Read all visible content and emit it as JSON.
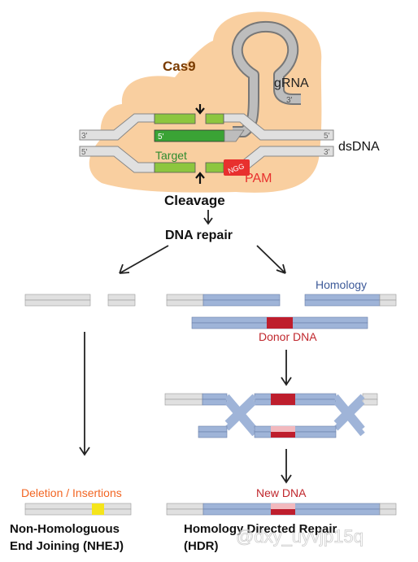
{
  "colors": {
    "cas9_fill": "#f9cfa0",
    "target_green": "#8dc63f",
    "target_green_dark": "#3aa335",
    "pam_red": "#e8302e",
    "dna_gray": "#e0e0e0",
    "dna_blue": "#9fb4d8",
    "donor_red": "#be1e2d",
    "donor_pink": "#f2b9be",
    "cas9_text": "#7a3b00",
    "homology_text": "#3d5a99",
    "donor_text": "#c0272d",
    "deletion_text": "#f26522",
    "insertion_yellow": "#f5e51b"
  },
  "labels": {
    "cas9": "Cas9",
    "grna": "gRNA",
    "dsdna": "dsDNA",
    "target": "Target",
    "pam": "PAM",
    "pam_seq": "NGG",
    "five_prime": "5'",
    "three_prime": "3'",
    "cleavage": "Cleavage",
    "dna_repair": "DNA repair",
    "homology": "Homology",
    "donor_dna": "Donor DNA",
    "new_dna": "New DNA",
    "deletion_insertions": "Deletion / Insertions",
    "nhej_line1": "Non-Homologuous",
    "nhej_line2": "End Joining (NHEJ)",
    "hdr_line1": "Homology Directed Repair",
    "hdr_line2": "(HDR)",
    "watermark": "@dxy_uyvjp15q"
  }
}
